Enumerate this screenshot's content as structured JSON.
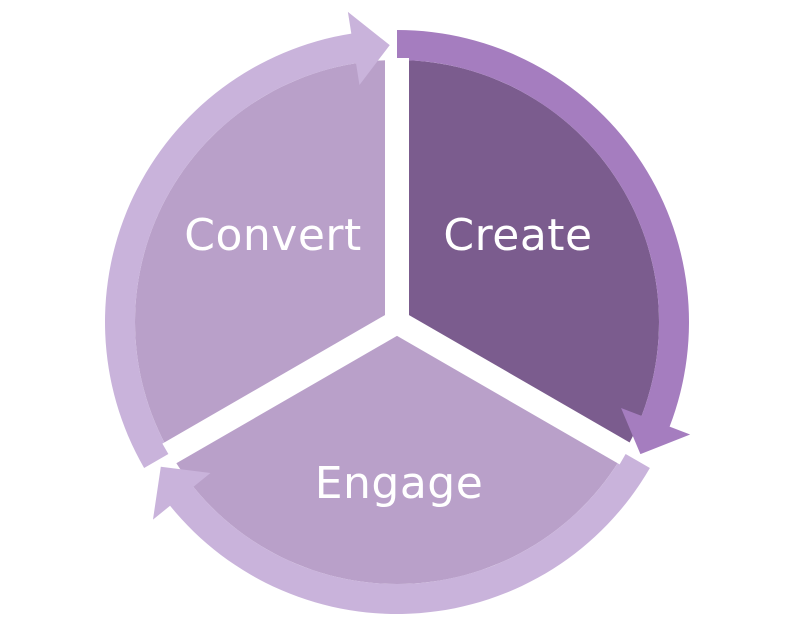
{
  "diagram": {
    "type": "cycle",
    "direction": "clockwise",
    "segments": [
      {
        "id": "create",
        "label": "Create",
        "fill": "#7b5c8e",
        "ring": "#a57dbf"
      },
      {
        "id": "engage",
        "label": "Engage",
        "fill": "#b9a0c9",
        "ring": "#c9b3db"
      },
      {
        "id": "convert",
        "label": "Convert",
        "fill": "#b9a0c9",
        "ring": "#c9b3db"
      }
    ],
    "flow": [
      "Create",
      "Engage",
      "Convert",
      "Create"
    ],
    "background": "#ffffff",
    "text_color": "#ffffff"
  }
}
